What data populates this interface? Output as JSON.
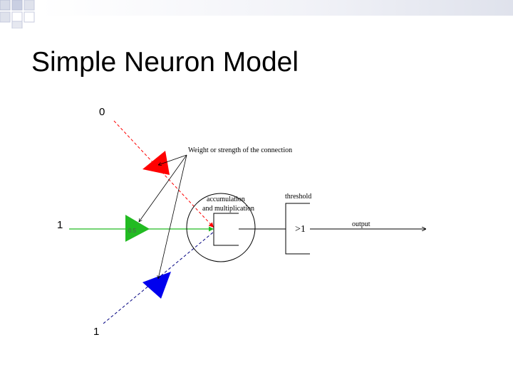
{
  "slide": {
    "title": "Simple Neuron Model"
  },
  "diagram": {
    "inputs": [
      {
        "value": "0",
        "color": "#ff0000"
      },
      {
        "value": "1",
        "color": "#00aa00"
      },
      {
        "value": "1",
        "color": "#0000ff"
      }
    ],
    "weight_label": "0.5",
    "weight_caption": "Weight or strength of the connection",
    "accumulation_label_line1": "accumulation",
    "accumulation_label_line2": "and multiplication",
    "threshold_label": "threshold",
    "threshold_value": ">1",
    "output_label": "output",
    "colors": {
      "red": "#ff0000",
      "green": "#22bb22",
      "blue": "#0000ee",
      "line": "#000000",
      "slide_accent": "#1f2f7a"
    }
  }
}
